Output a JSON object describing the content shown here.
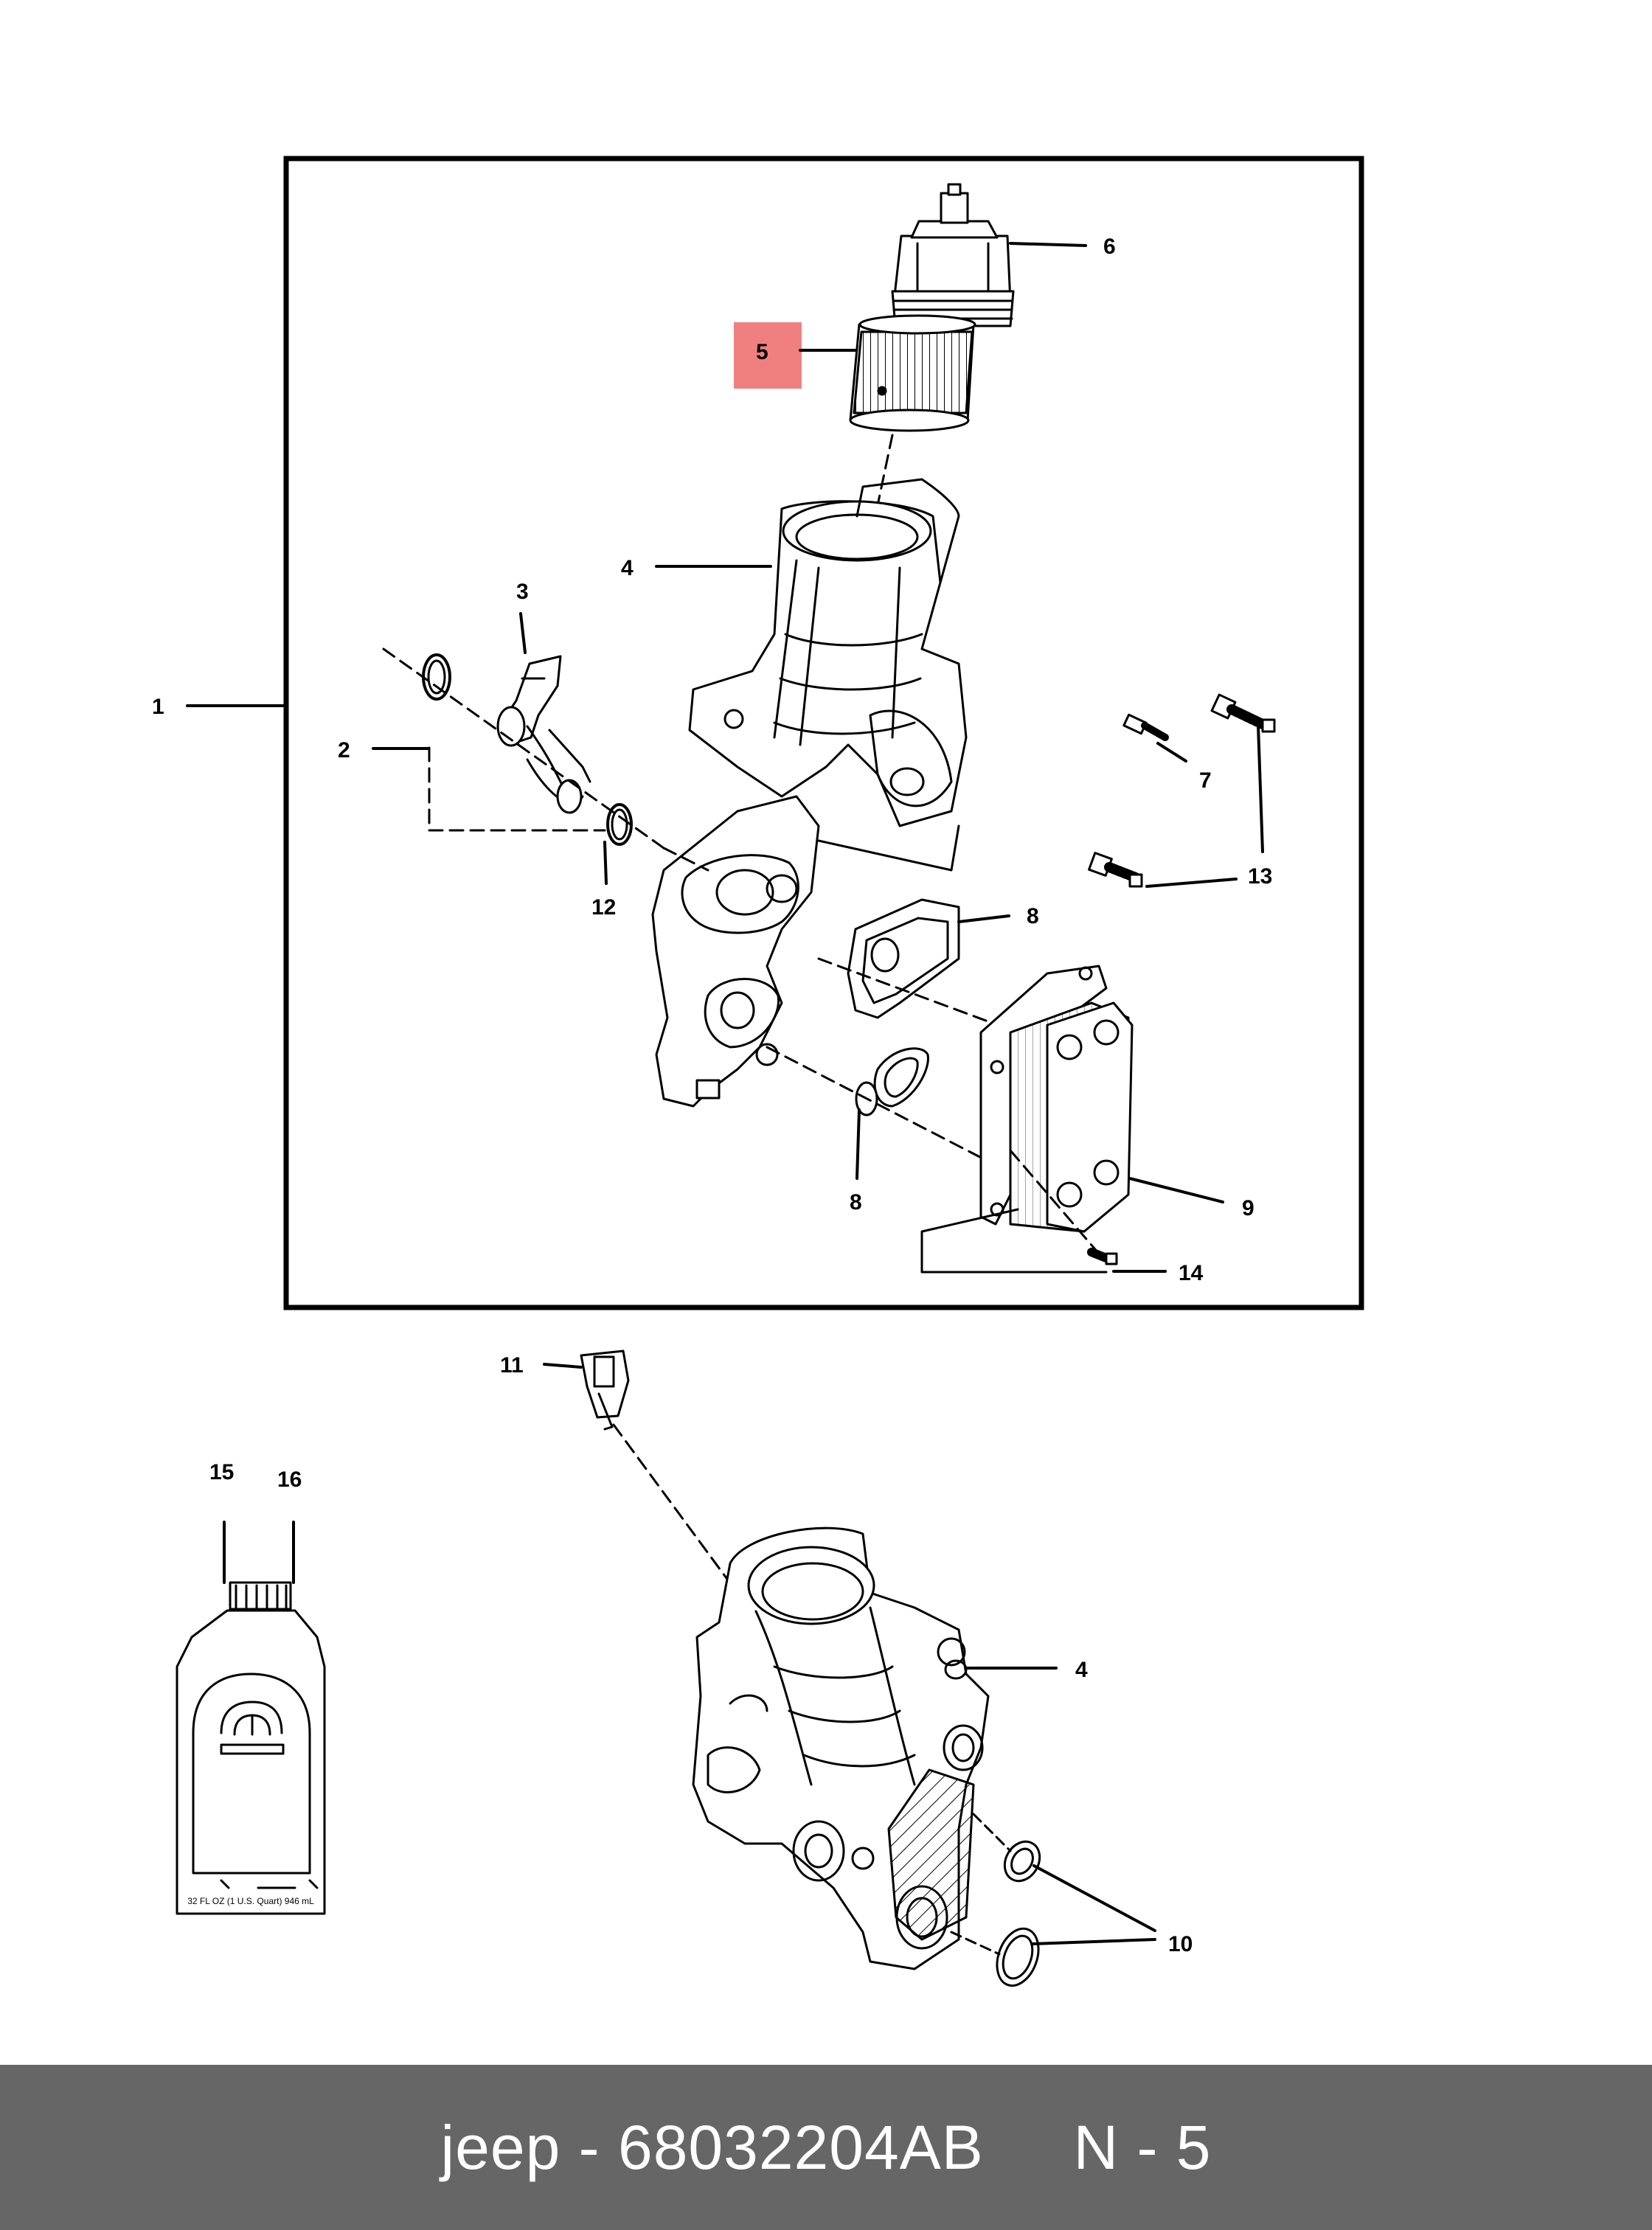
{
  "callouts": {
    "c1": "1",
    "c2": "2",
    "c3": "3",
    "c4a": "4",
    "c4b": "4",
    "c5": "5",
    "c6": "6",
    "c7": "7",
    "c8a": "8",
    "c8b": "8",
    "c9": "9",
    "c10": "10",
    "c11": "11",
    "c12": "12",
    "c13": "13",
    "c14": "14",
    "c15": "15",
    "c16": "16"
  },
  "highlight": {
    "part": "5",
    "color": "#f08080"
  },
  "footer": {
    "text": "jeep - 68032204AB     N - 5",
    "background": "#666666",
    "color": "#ffffff"
  },
  "bottle_label": {
    "capacity": "32 FL OZ (1 U.S. Quart) 946 mL"
  }
}
